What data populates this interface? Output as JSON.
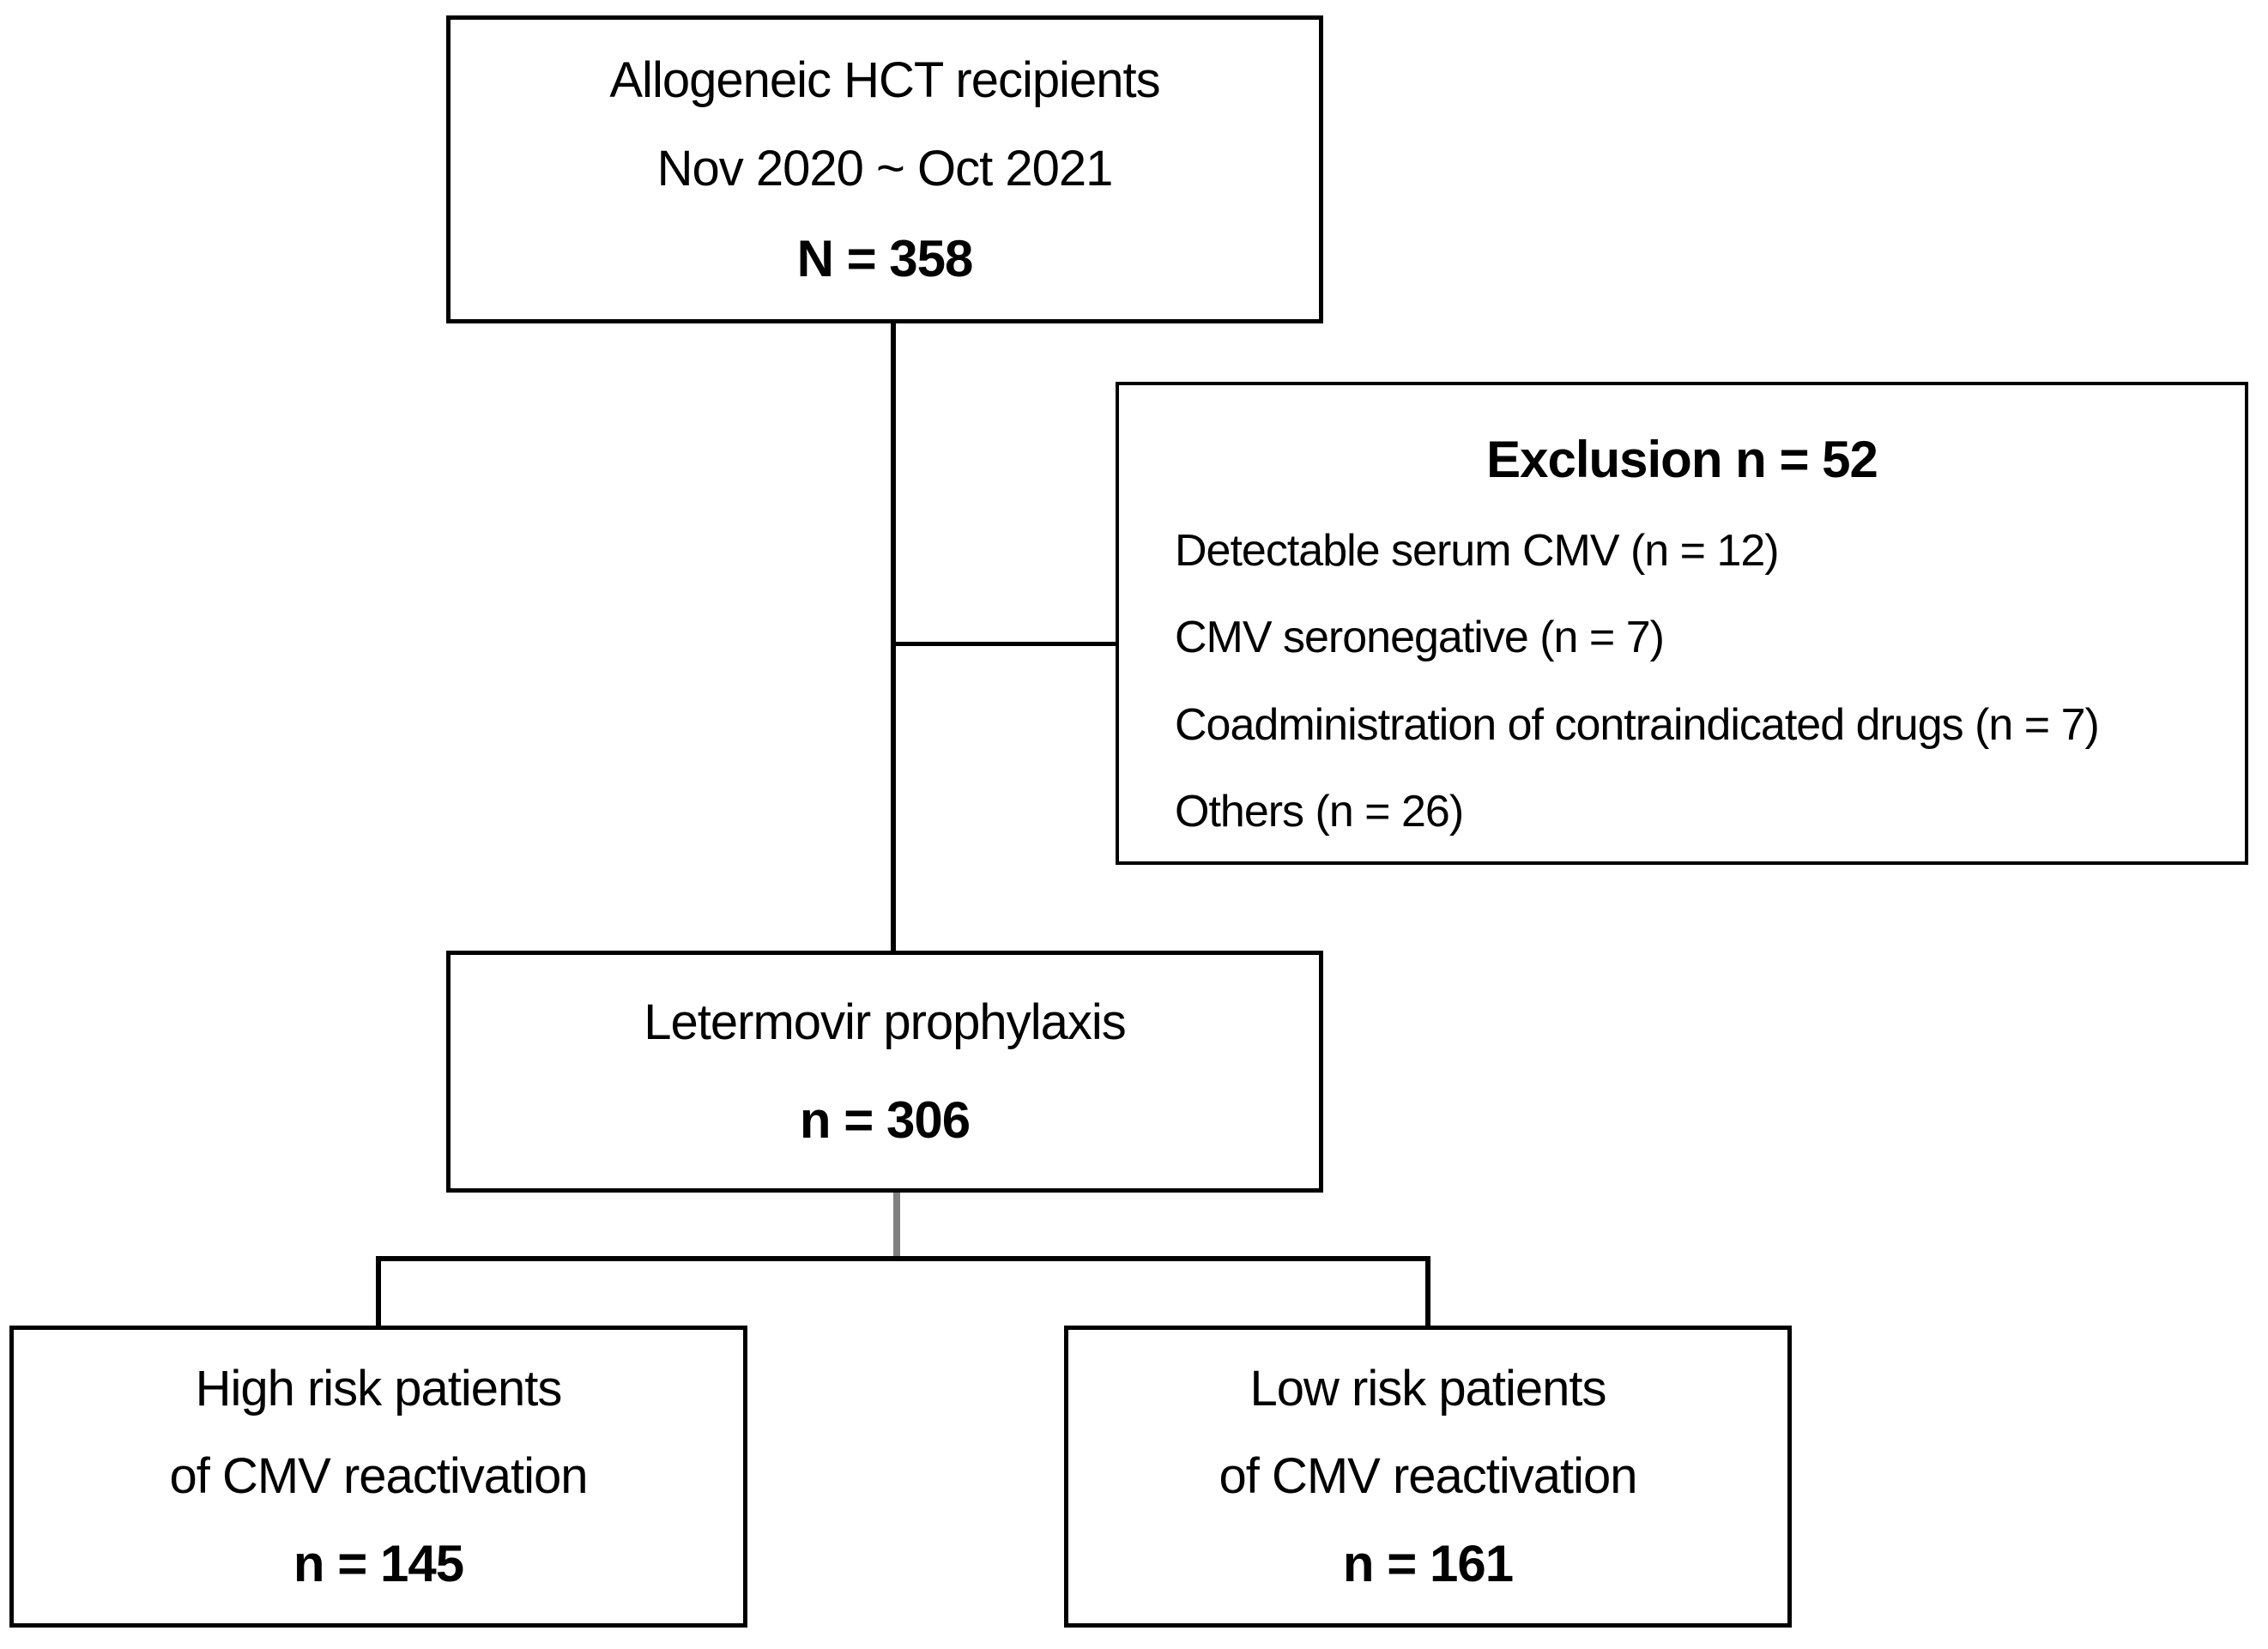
{
  "diagram": {
    "type": "patient-flow-consort",
    "colors": {
      "background": "#ffffff",
      "box_border": "#000000",
      "text": "#000000",
      "connector_black": "#000000",
      "connector_gray": "#808080"
    },
    "boxes": {
      "recipients": {
        "line1": "Allogeneic HCT recipients",
        "period": "Nov 2020 ~ Oct 2021",
        "count": "N = 358"
      },
      "exclusion": {
        "title": "Exclusion n = 52",
        "items": [
          "Detectable serum CMV (n = 12)",
          "CMV seronegative (n = 7)",
          "Coadministration of contraindicated drugs (n = 7)",
          "Others (n = 26)"
        ]
      },
      "letermovir": {
        "line1": "Letermovir prophylaxis",
        "count": "n = 306"
      },
      "high_risk": {
        "line1": "High risk patients",
        "line2": "of CMV reactivation",
        "count": "n = 145"
      },
      "low_risk": {
        "line1": "Low risk patients",
        "line2": "of CMV reactivation",
        "count": "n = 161"
      }
    }
  }
}
